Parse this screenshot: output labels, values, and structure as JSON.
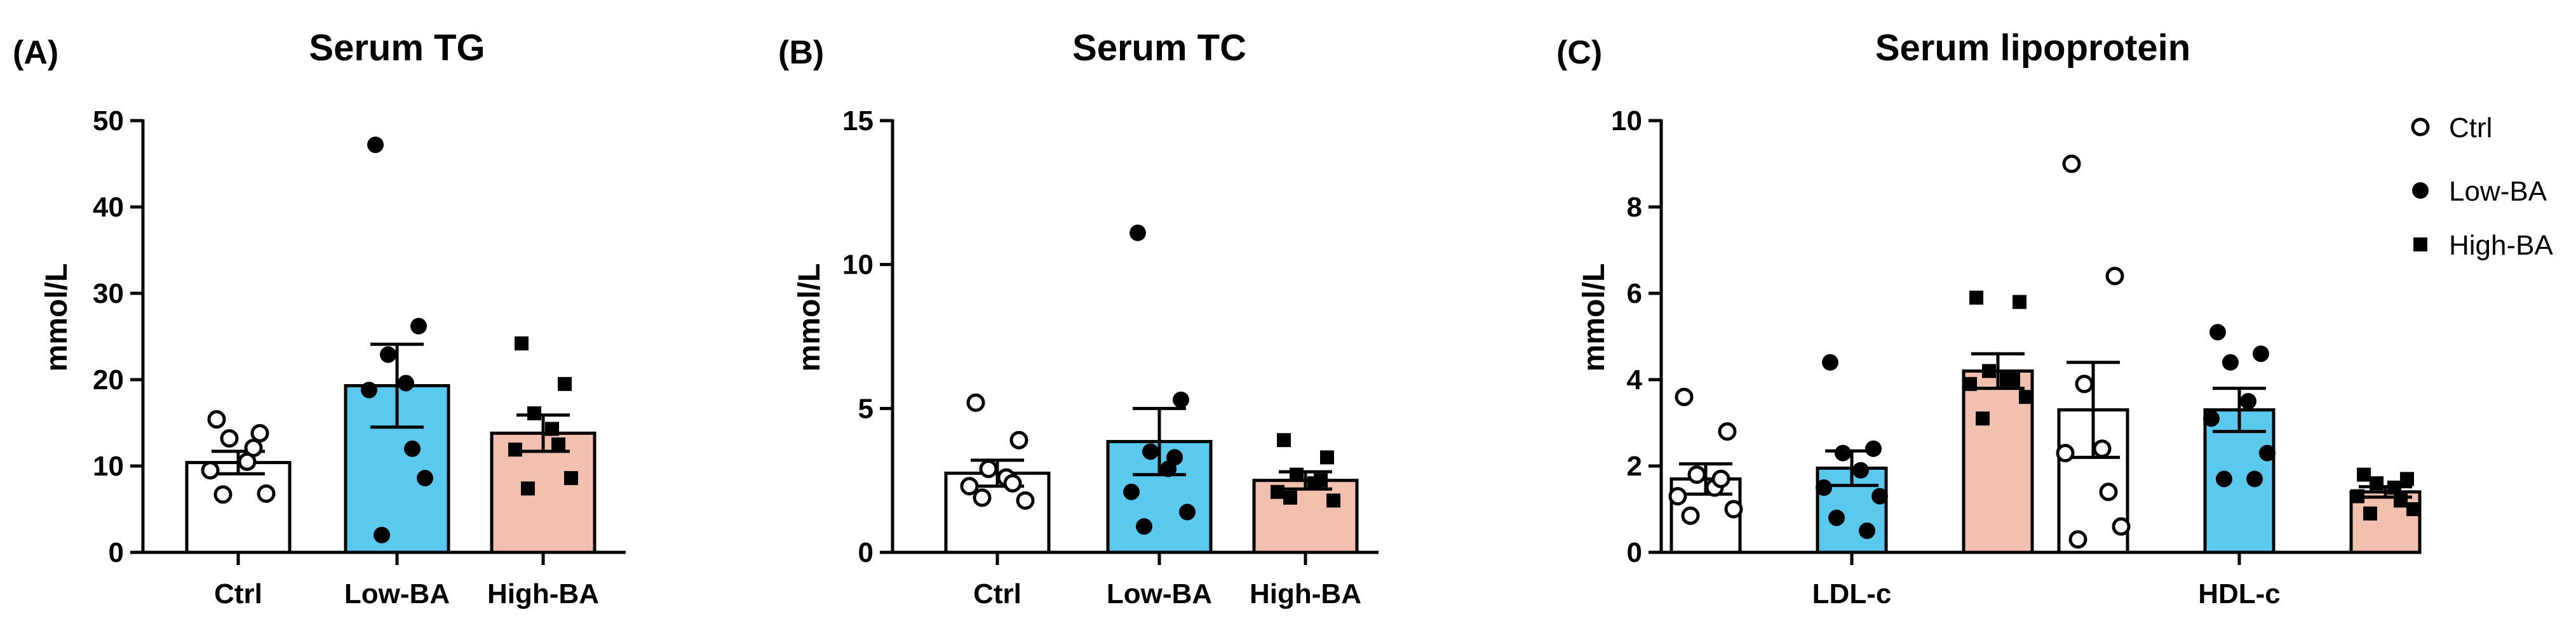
{
  "colors": {
    "ctrl_bar": "#ffffff",
    "low_bar": "#5bc8ee",
    "high_bar": "#f1c0ae",
    "ink": "#000000"
  },
  "chart_data": [
    {
      "type": "bar",
      "panel": "(A)",
      "title": "Serum TG",
      "ylabel": "mmol/L",
      "ylim": [
        0,
        50
      ],
      "yticks": [
        0,
        10,
        20,
        30,
        40,
        50
      ],
      "categories": [
        "Ctrl",
        "Low-BA",
        "High-BA"
      ],
      "values": [
        10.4,
        19.3,
        13.8
      ],
      "sem": [
        1.3,
        4.8,
        2.1
      ],
      "points": [
        [
          15.4,
          13.8,
          13.2,
          10.5,
          9.5,
          6.8,
          6.7,
          12.1
        ],
        [
          47.2,
          26.2,
          22.9,
          19.6,
          18.8,
          8.6,
          2.0,
          12.0
        ],
        [
          24.2,
          19.5,
          16.1,
          14.3,
          11.9,
          8.6,
          7.4,
          12.5
        ]
      ]
    },
    {
      "type": "bar",
      "panel": "(B)",
      "title": "Serum TC",
      "ylabel": "mmol/L",
      "ylim": [
        0,
        15
      ],
      "yticks": [
        0,
        5,
        10,
        15
      ],
      "categories": [
        "Ctrl",
        "Low-BA",
        "High-BA"
      ],
      "values": [
        2.75,
        3.85,
        2.5
      ],
      "sem": [
        0.45,
        1.15,
        0.3
      ],
      "points": [
        [
          5.2,
          3.9,
          2.9,
          2.6,
          2.3,
          1.8,
          1.9,
          2.4
        ],
        [
          11.1,
          5.3,
          3.5,
          2.9,
          2.1,
          1.4,
          0.9,
          3.3
        ],
        [
          3.9,
          3.3,
          2.7,
          2.4,
          2.1,
          1.8,
          1.9,
          2.5
        ]
      ]
    },
    {
      "type": "bar",
      "panel": "(C)",
      "title": "Serum lipoprotein",
      "ylabel": "mmol/L",
      "ylim": [
        0,
        10
      ],
      "yticks": [
        0,
        2,
        4,
        6,
        8,
        10
      ],
      "categories": [
        "LDL-c",
        "HDL-c"
      ],
      "series": [
        {
          "name": "Ctrl",
          "values": [
            1.7,
            3.3
          ],
          "sem": [
            0.35,
            1.1
          ],
          "points": [
            [
              3.6,
              2.8,
              1.8,
              1.5,
              1.3,
              1.0,
              0.85,
              1.7
            ],
            [
              9.0,
              6.4,
              3.9,
              2.4,
              2.3,
              0.6,
              0.3,
              1.4
            ]
          ]
        },
        {
          "name": "Low-BA",
          "values": [
            1.95,
            3.3
          ],
          "sem": [
            0.4,
            0.5
          ],
          "points": [
            [
              4.4,
              2.4,
              2.3,
              1.9,
              1.5,
              1.3,
              0.8,
              0.5
            ],
            [
              5.1,
              4.6,
              4.4,
              3.5,
              3.1,
              2.3,
              1.7,
              1.7
            ]
          ]
        },
        {
          "name": "High-BA",
          "values": [
            4.2,
            1.4
          ],
          "sem": [
            0.4,
            0.12
          ],
          "points": [
            [
              5.9,
              5.8,
              4.2,
              4.0,
              3.9,
              3.6,
              3.1,
              4.0
            ],
            [
              1.8,
              1.7,
              1.6,
              1.5,
              1.3,
              1.0,
              0.9,
              1.2
            ]
          ]
        }
      ],
      "legend_position": "top-right",
      "legend": [
        "Ctrl",
        "Low-BA",
        "High-BA"
      ]
    }
  ]
}
